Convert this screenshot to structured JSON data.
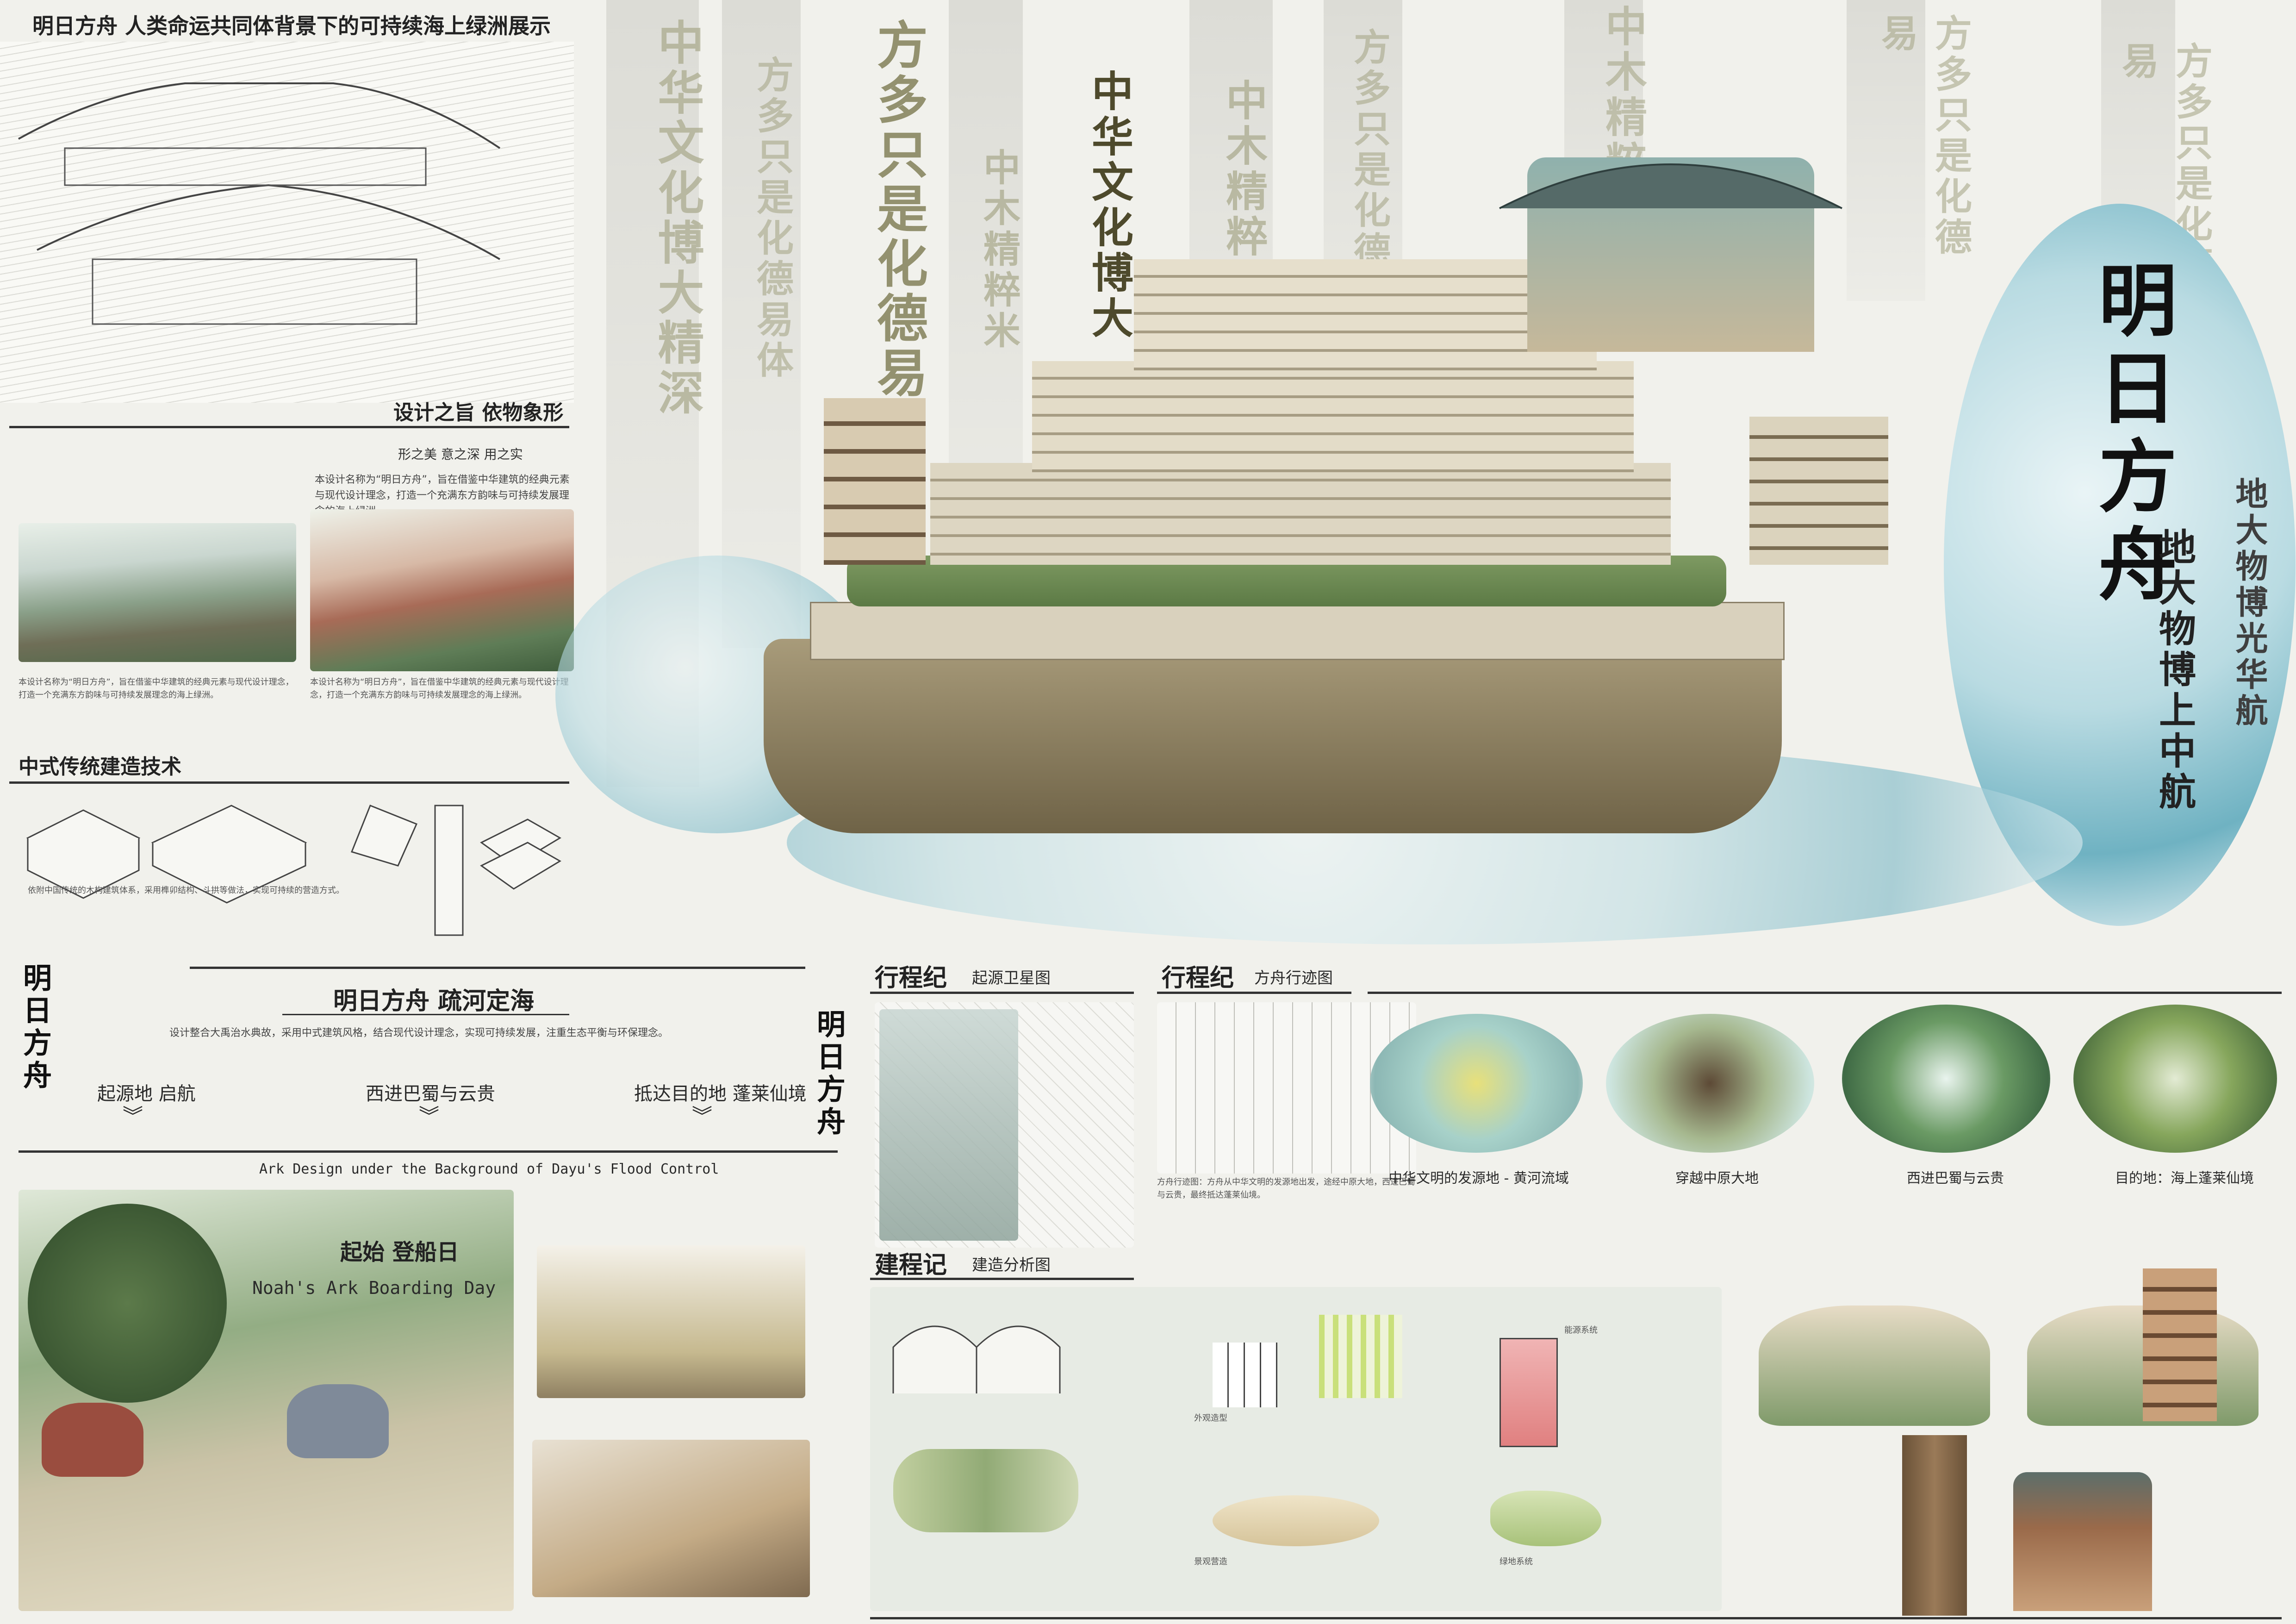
{
  "header": {
    "main_title": "明日方舟 人类命运共同体背景下的可持续海上绿洲展示"
  },
  "left_panel": {
    "design_title": "设计之旨 依物象形",
    "design_subtitle": "形之美 意之深 用之实",
    "design_text": "本设计名称为“明日方舟”，旨在借鉴中华建筑的经典元素与现代设计理念，打造一个充满东方韵味与可持续发展理念的海上绿洲。",
    "technique_title": "中式传统建造技术",
    "technique_text": "依附中国传统的木构建筑体系，采用榫卯结构、斗拱等做法，实现可持续的营造方式。"
  },
  "poster_title_vertical": "明日方舟",
  "vertical_calligraphy": [
    "中华文化博大",
    "方多只是化德易",
    "中华文化博大精深",
    "方多只是化德易体",
    "中木精粹米"
  ],
  "right_vertical": [
    "地大物博光华航",
    "地大物博上中航"
  ],
  "story": {
    "title": "明日方舟 疏河定海",
    "text": "设计整合大禹治水典故，采用中式建筑风格，结合现代设计理念，实现可持续发展，注重生态平衡与环保理念。",
    "side_left": "明日方舟",
    "side_right": "明日方舟",
    "steps": [
      {
        "label": "起源地 启航"
      },
      {
        "label": "西进巴蜀与云贵"
      },
      {
        "label": "抵达目的地 蓬莱仙境"
      }
    ],
    "chevron": "︾",
    "english": "Ark Design under the Background of Dayu's Flood Control"
  },
  "boarding": {
    "title": "起始 登船日",
    "english": "Noah's Ark Boarding Day"
  },
  "journey1": {
    "title": "行程纪",
    "subtitle": "起源卫星图"
  },
  "journey2": {
    "title": "行程纪",
    "subtitle": "方舟行迹图",
    "route_text": "方舟行迹图：方舟从中华文明的发源地出发，途经中原大地，西进巴蜀与云贵，最终抵达蓬莱仙境。",
    "stations": [
      {
        "label": "中华文明的发源地 - 黄河流域"
      },
      {
        "label": "穿越中原大地"
      },
      {
        "label": "西进巴蜀与云贵"
      },
      {
        "label": "目的地：海上蓬莱仙境"
      }
    ]
  },
  "construction": {
    "title": "建程记",
    "subtitle": "建造分析图",
    "caption1": "外观造型",
    "caption2": "景观营造",
    "caption3": "绿地系统",
    "caption4": "能源系统"
  },
  "colors": {
    "accent": "#7a7a52",
    "wave": "#6fb2c2",
    "ink": "#222222"
  }
}
